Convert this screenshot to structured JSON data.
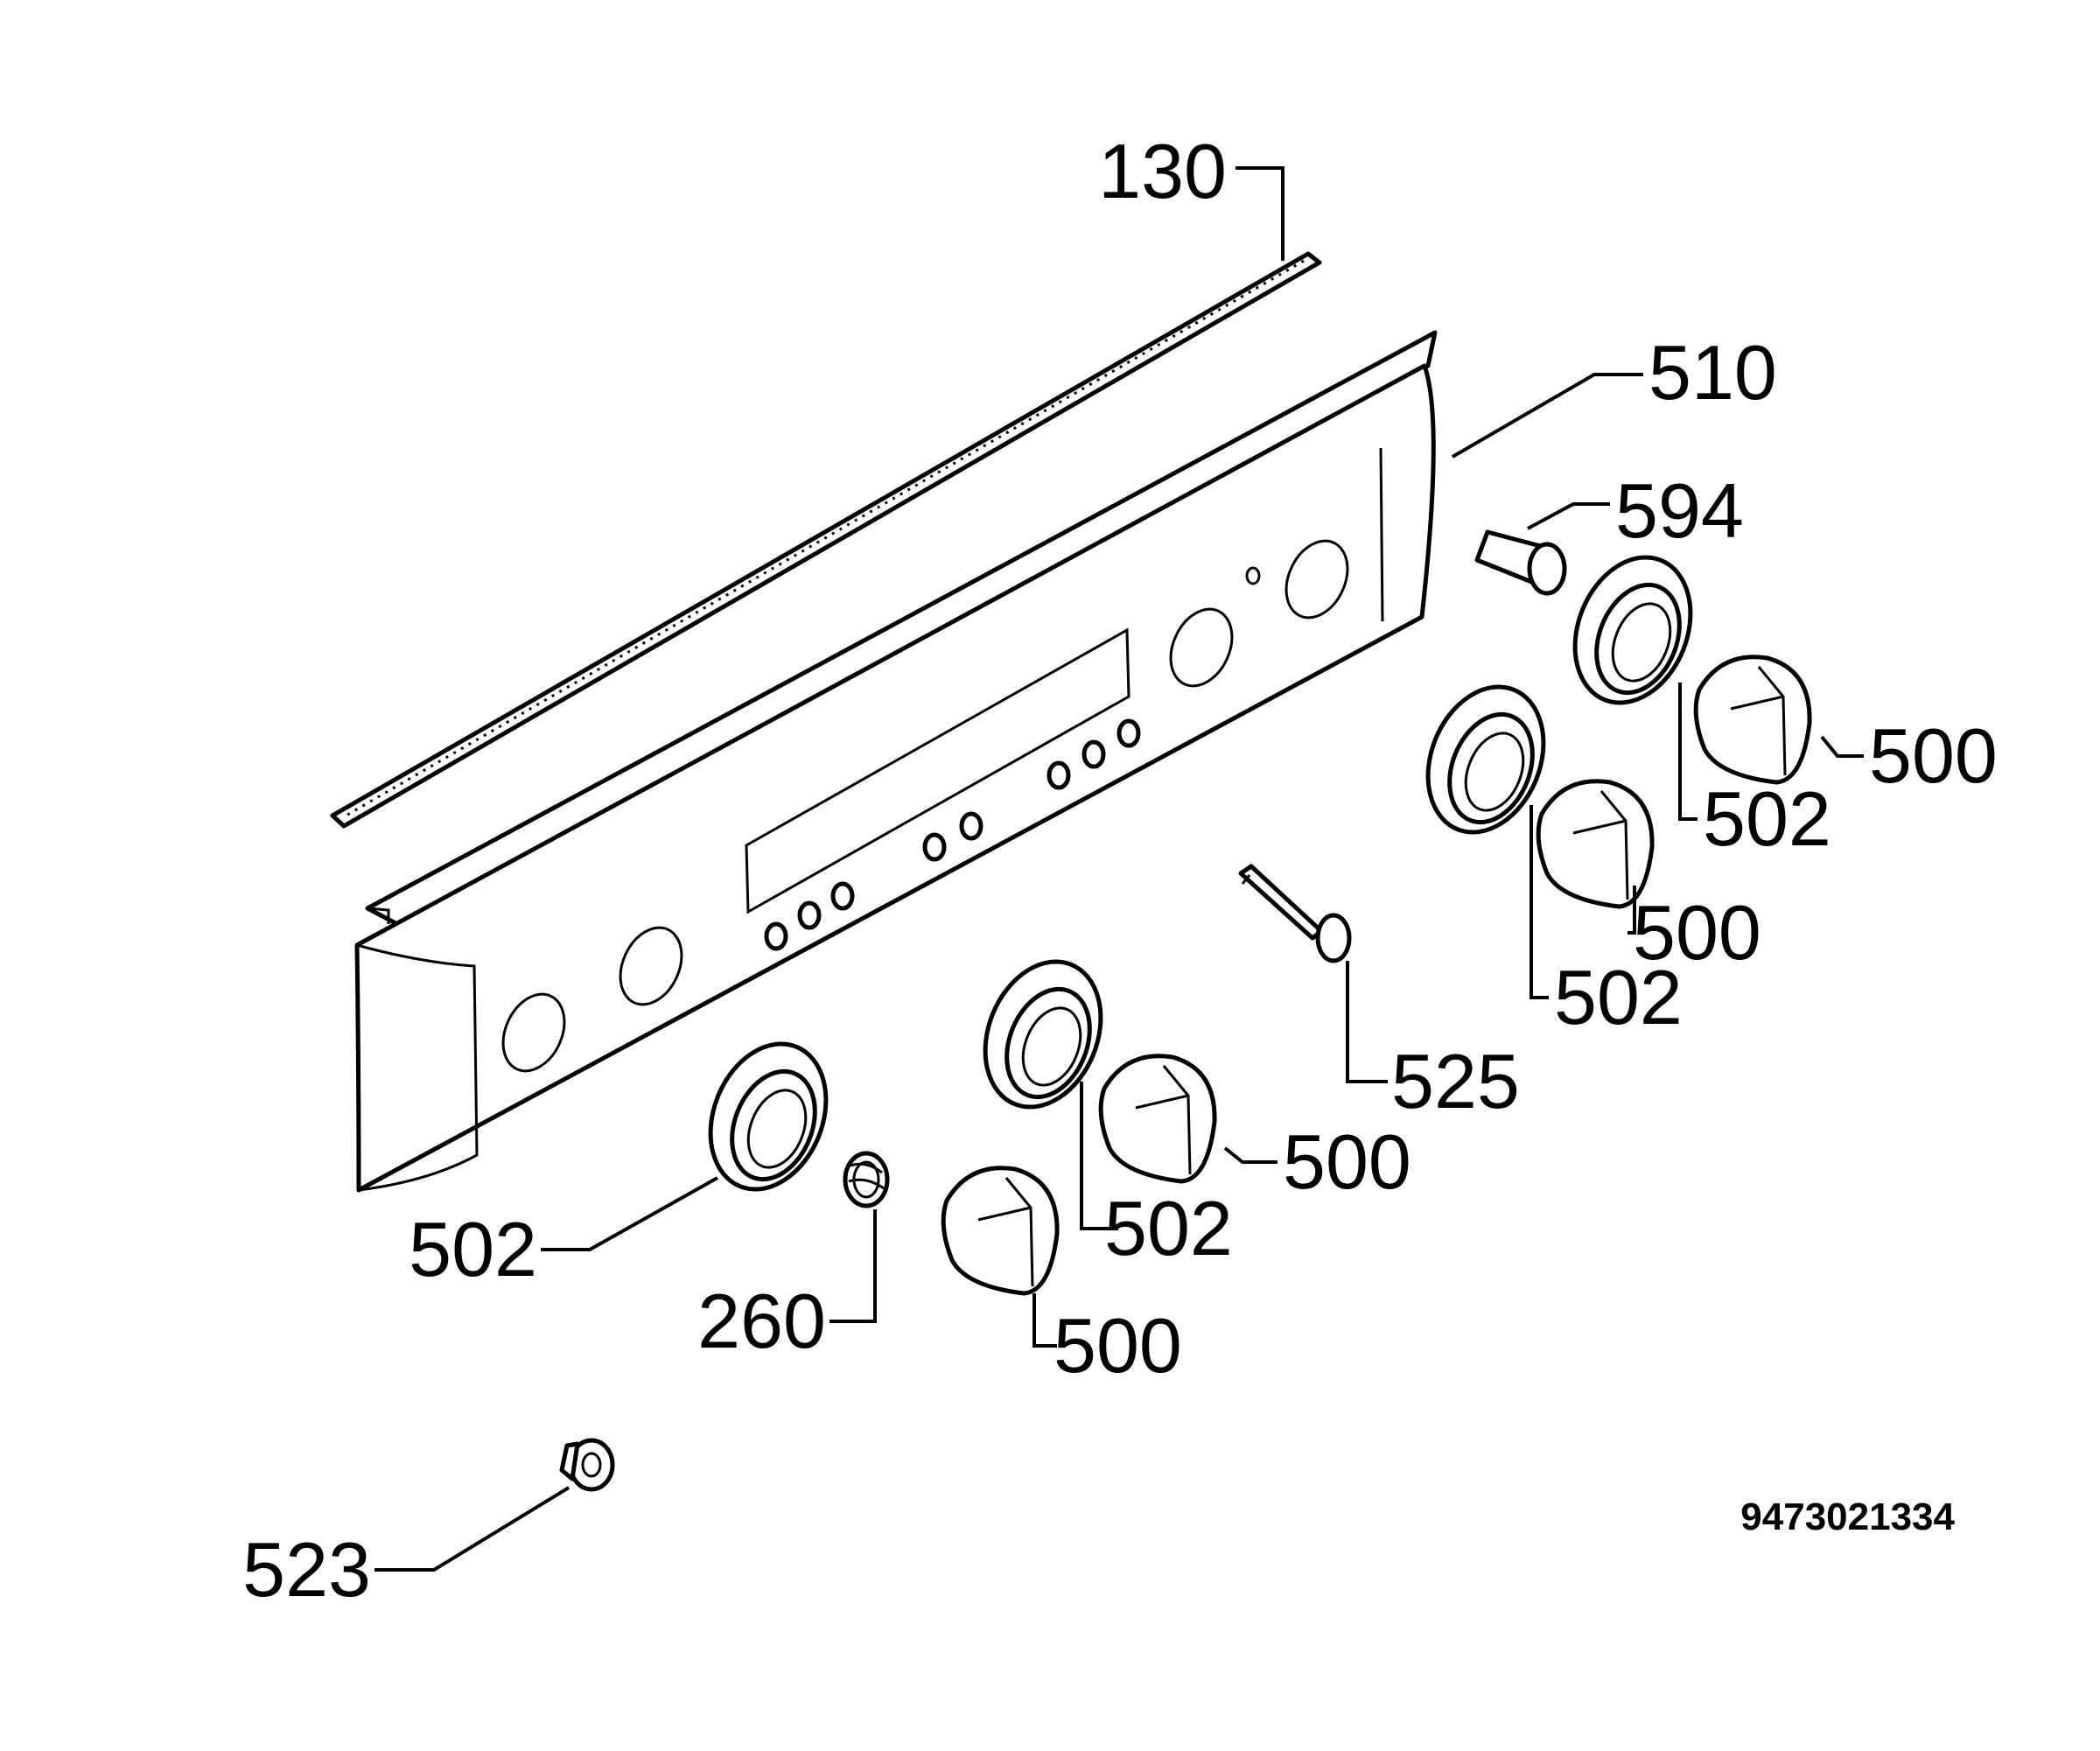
{
  "diagram": {
    "drawing_number": "9473021334",
    "callouts": [
      {
        "id": "c130",
        "text": "130"
      },
      {
        "id": "c510",
        "text": "510"
      },
      {
        "id": "c594",
        "text": "594"
      },
      {
        "id": "c500a",
        "text": "500"
      },
      {
        "id": "c502a",
        "text": "502"
      },
      {
        "id": "c500b",
        "text": "500"
      },
      {
        "id": "c502b",
        "text": "502"
      },
      {
        "id": "c525",
        "text": "525"
      },
      {
        "id": "c500c",
        "text": "500"
      },
      {
        "id": "c502c",
        "text": "502"
      },
      {
        "id": "c502d",
        "text": "502"
      },
      {
        "id": "c260",
        "text": "260"
      },
      {
        "id": "c500d",
        "text": "500"
      },
      {
        "id": "c523",
        "text": "523"
      }
    ]
  }
}
